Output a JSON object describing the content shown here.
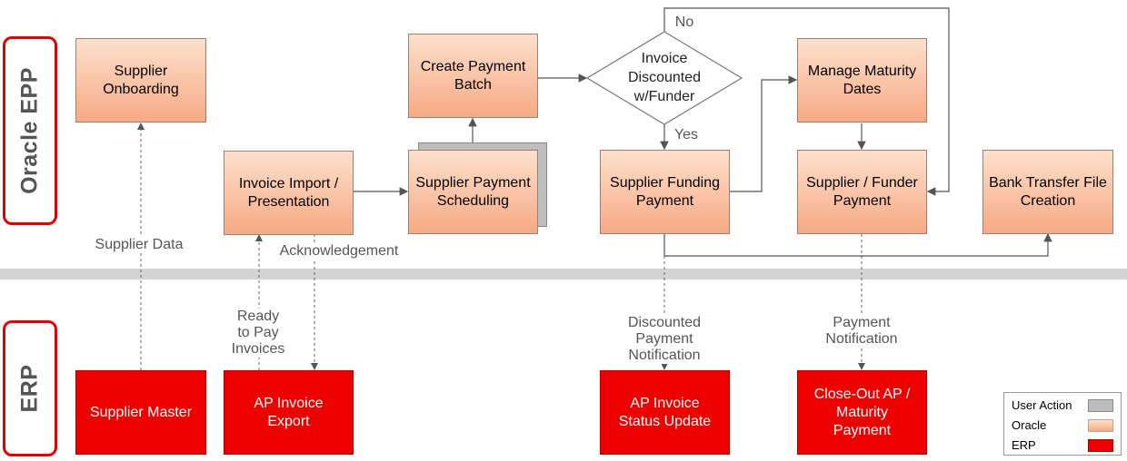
{
  "lanes": {
    "top": "Oracle EPP",
    "bottom": "ERP"
  },
  "boxes": {
    "supplier_onboarding": "Supplier\nOnboarding",
    "create_payment_batch": "Create Payment\nBatch",
    "manage_maturity_dates": "Manage Maturity\nDates",
    "invoice_import": "Invoice Import /\nPresentation",
    "supplier_payment_scheduling": "Supplier Payment\nScheduling",
    "supplier_funding_payment": "Supplier Funding\nPayment",
    "supplier_funder_payment": "Supplier / Funder\nPayment",
    "bank_transfer_file": "Bank Transfer File\nCreation",
    "supplier_master": "Supplier Master",
    "ap_invoice_export": "AP Invoice\nExport",
    "ap_invoice_status": "AP Invoice\nStatus Update",
    "close_out_ap": "Close-Out AP /\nMaturity\nPayment"
  },
  "decision": {
    "text": "Invoice\nDiscounted\nw/Funder",
    "no_label": "No",
    "yes_label": "Yes"
  },
  "flow_labels": {
    "supplier_data": "Supplier Data",
    "acknowledgement": "Acknowledgement",
    "ready_to_pay": "Ready\nto Pay\nInvoices",
    "discounted_notification": "Discounted\nPayment\nNotification",
    "payment_notification": "Payment\nNotification"
  },
  "legend": {
    "user_action": "User Action",
    "oracle": "Oracle",
    "erp": "ERP",
    "colors": {
      "user_action": "#bdbdbd",
      "oracle": "#f9c6a8",
      "erp": "#ee0000"
    }
  },
  "colors": {
    "erp_red": "#ee0000",
    "lane_border": "#e00000",
    "oracle_top": "#fde0cc",
    "oracle_bottom": "#f7aa84"
  }
}
